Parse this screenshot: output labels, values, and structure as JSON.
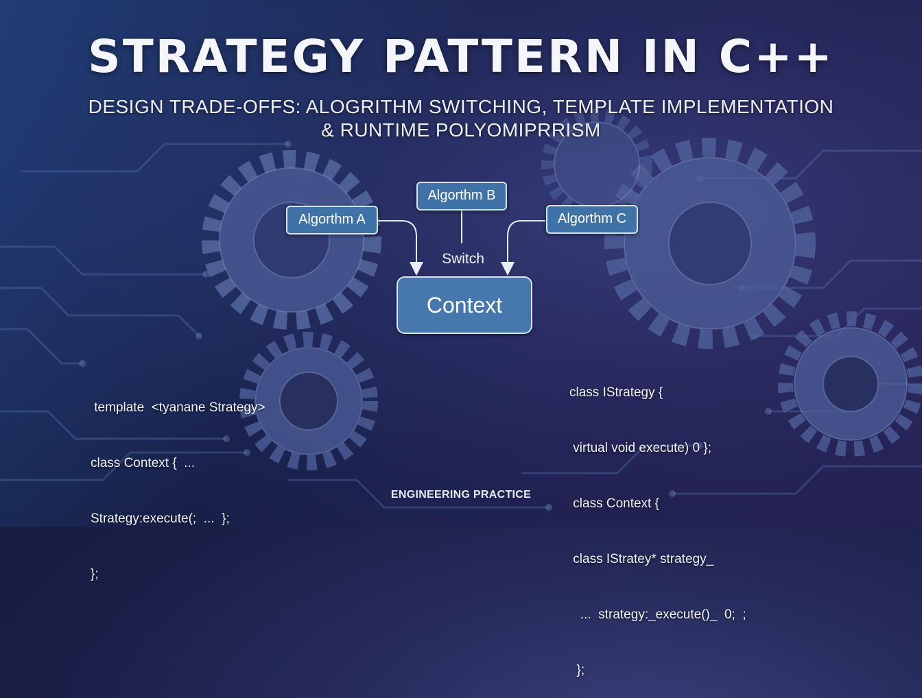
{
  "title": "STRATEGY PATTERN IN C++",
  "subtitle": {
    "line1": "DESIGN TRADE-OFFS: ALOGRITHM SWITCHING, TEMPLATE IMPLEMENTATION",
    "line2": "& RUNTIME POLYOMIPRRISM"
  },
  "diagram": {
    "algorithm_a": "Algorthm A",
    "algorithm_b": "Algorthm B",
    "algorithm_c": "Algorthm C",
    "switch_label": "Switch",
    "context": "Context"
  },
  "code_left": [
    " template  <tyanane Strategy>",
    "class Context {  ...",
    "Strategy:execute(;  ...  };",
    "};"
  ],
  "code_right": [
    "class IStrategy {",
    " virtual void execute) 0 };",
    " class Context {",
    " class IStratey* strategy_",
    "   ...  strategy:_execute()_  0;  ;",
    "  };"
  ],
  "footer": "ENGINEERING PRACTICE",
  "colors": {
    "box_fill": "#3f73a8",
    "box_border": "#d7e4f2",
    "background": "#1f2450"
  }
}
